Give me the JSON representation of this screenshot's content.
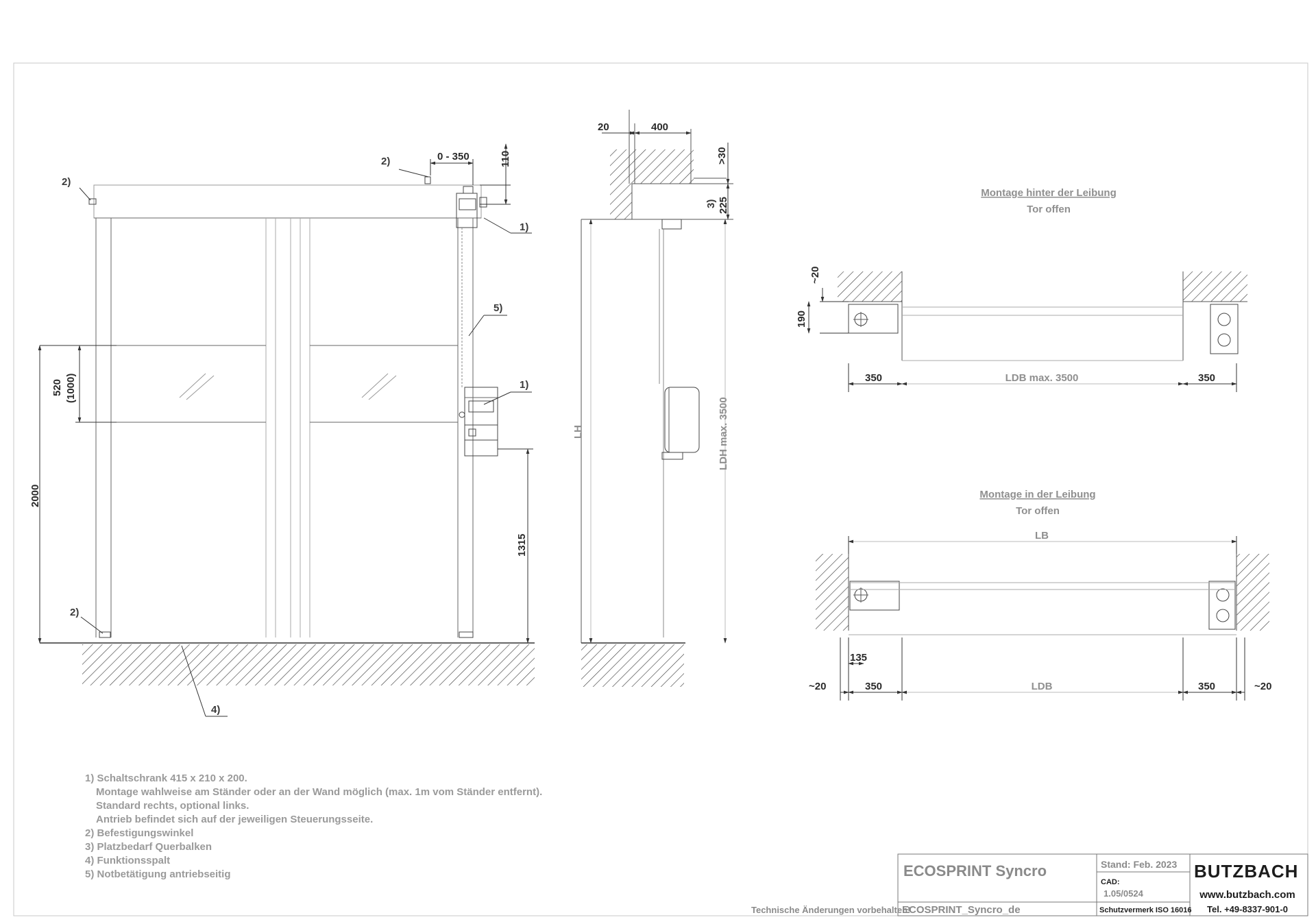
{
  "front_view": {
    "callouts": {
      "label_1": "1)",
      "label_2": "2)",
      "label_4": "4)",
      "label_5": "5)"
    },
    "dimensions": {
      "offset_range": "0 - 350",
      "top_clearance": "110",
      "window_height": "520",
      "window_height_alt": "(1000)",
      "height_2000": "2000",
      "height_1315": "1315"
    }
  },
  "side_view": {
    "dimensions": {
      "wall_offset": "20",
      "header_depth": "400",
      "min_30": ">30",
      "header_225": "225",
      "label_3": "3)",
      "lh": "LH",
      "ldh": "LDH max. 3500"
    }
  },
  "plan_top": {
    "title": "Montage hinter der Leibung",
    "subtitle": "Tor offen",
    "dimensions": {
      "side_left": "350",
      "ldb": "LDB max. 3500",
      "side_right": "350",
      "dim_20": "~20",
      "dim_190": "190"
    }
  },
  "plan_bottom": {
    "title": "Montage in der Leibung",
    "subtitle": "Tor offen",
    "dimensions": {
      "lb": "LB",
      "dim_135": "135",
      "left_20": "~20",
      "side_left": "350",
      "ldb": "LDB",
      "side_right": "350",
      "right_20": "~20"
    }
  },
  "notes": [
    "1) Schaltschrank 415 x 210 x 200.",
    "Montage wahlweise am Ständer oder an der Wand möglich (max. 1m vom Ständer entfernt).",
    "Standard rechts, optional links.",
    "Antrieb befindet sich auf der jeweiligen Steuerungsseite.",
    "2) Befestigungswinkel",
    "3) Platzbedarf Querbalken",
    "4) Funktionsspalt",
    "5) Notbetätigung antriebseitig"
  ],
  "title_block": {
    "disclaimer": "Technische Änderungen vorbehalten!",
    "product": "ECOSPRINT Syncro",
    "file_name": "ECOSPRINT_Syncro_de",
    "stand": "Stand: Feb. 2023",
    "cad_label": "CAD:",
    "cad_value": "1.05/0524",
    "protection": "Schutzvermerk ISO 16016",
    "brand": "BUTZBACH",
    "website": "www.butzbach.com",
    "phone": "Tel. +49-8337-901-0"
  },
  "colors": {
    "line": "#555555",
    "light_line": "#a8a8a8",
    "brand": "#1c1c1c"
  }
}
